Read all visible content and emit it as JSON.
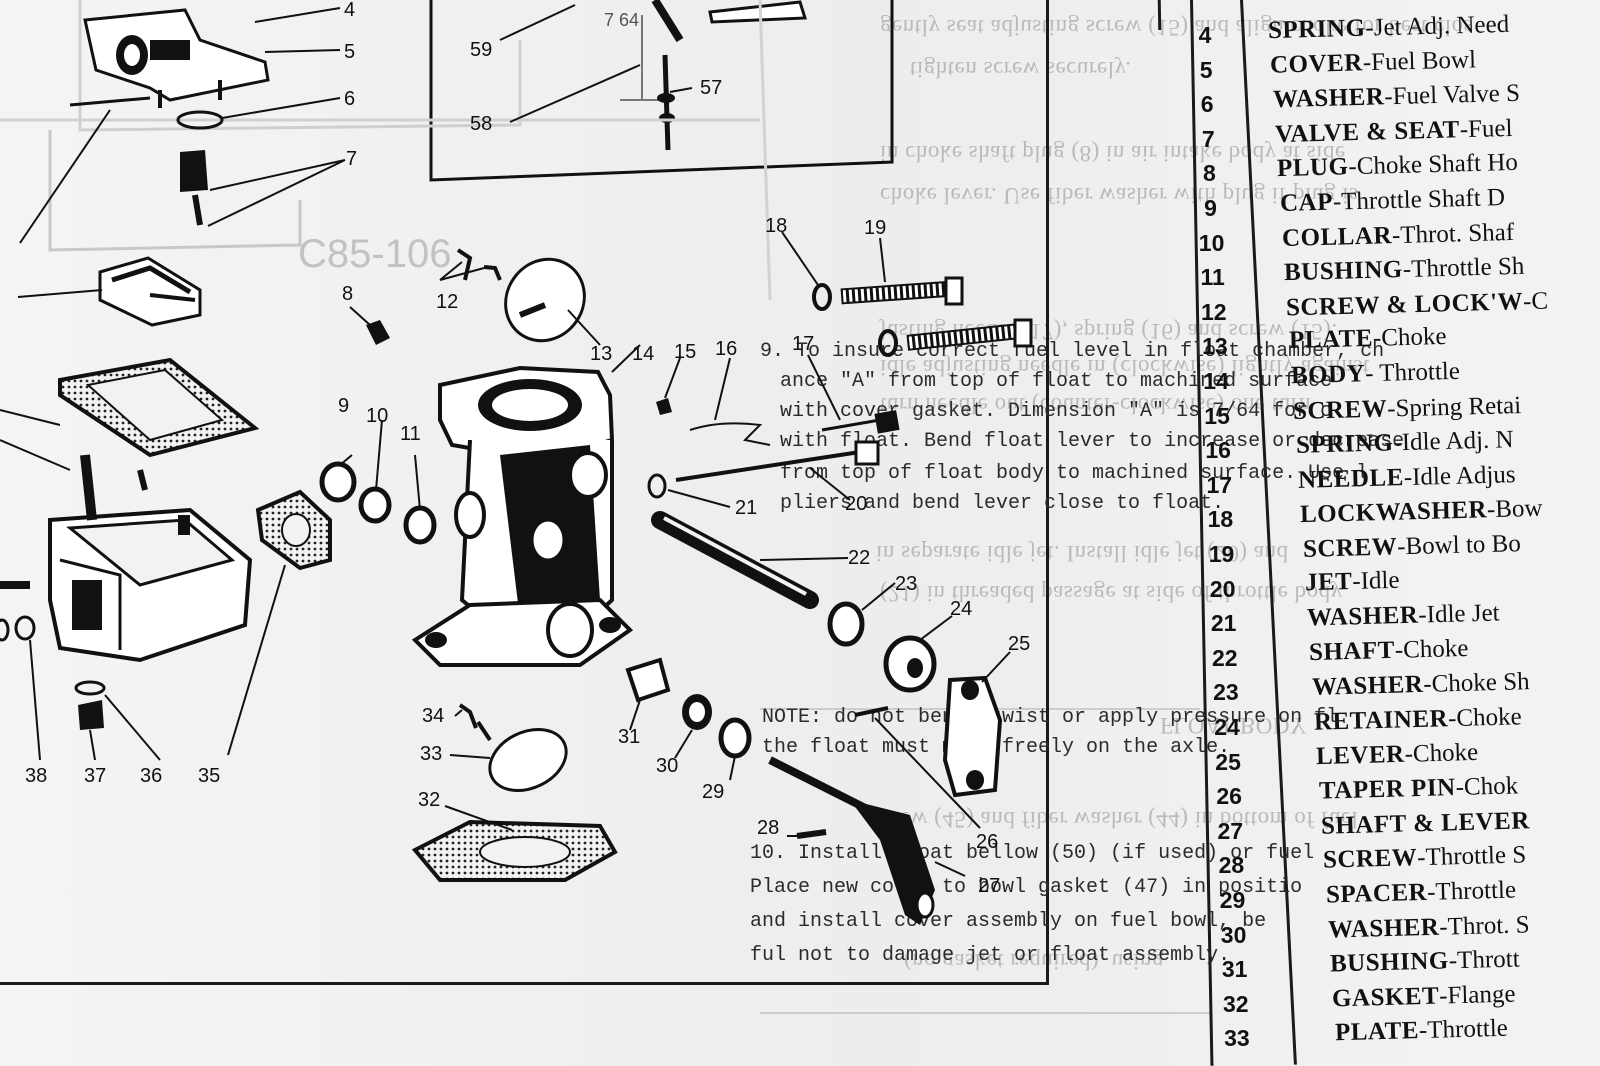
{
  "diagram": {
    "stamp": "C85-106",
    "dimension_fragment": "7\n64",
    "callouts": [
      "4",
      "5",
      "6",
      "7",
      "8",
      "9",
      "10",
      "11",
      "12",
      "13",
      "14",
      "15",
      "16",
      "17",
      "18",
      "19",
      "20",
      "21",
      "22",
      "23",
      "24",
      "25",
      "26",
      "27",
      "28",
      "29",
      "30",
      "31",
      "32",
      "33",
      "34",
      "35",
      "36",
      "37",
      "38",
      "57",
      "58",
      "59"
    ]
  },
  "instructions": {
    "line1": "9. To insure correct fuel level in float chamber, ch",
    "line2": "ance \"A\" from top of float to machined surface",
    "line3": "with cover gasket. Dimension \"A\" is 7/64 for c",
    "line4": "with float. Bend float lever to increase or decrease",
    "line5": "from top of float body to machined surface. Use l",
    "line6": "pliers and bend lever close to float.",
    "note1": "NOTE: do not bend, twist or apply pressure on fl",
    "note2": "the float must move freely on the axle.",
    "step10a": "10. Install float bellow (50) (if used) or fuel",
    "step10b": "Place new cover to bowl gasket (47) in positio",
    "step10c": "and install cover assembly on fuel bowl, be",
    "step10d": "ful not to damage jet or float assembly."
  },
  "ghost_text": [
    "gently seat adjusting screw (15) and align choke for best clos",
    "tighten screw securely.",
    "in choke shaft plug (8) in air intake body at side",
    "choke lever. Use fiber washer with plug if plug is",
    "justing needle (17), spring (16) and screw (15).",
    "idle adjusting needle in (clockwise) lightly against",
    "turn needle out (counter-clockwise) one turn",
    "in separate idle jet. Install idle jet (20) and",
    "(21) in threaded passage at side of throttle body.",
    "FLOAT BODY",
    "new (45) and fiber washer (44) in bottom of fuel",
    "(no gasket required), using"
  ],
  "parts_list": [
    {
      "no": "4",
      "name": "SPRING",
      "desc": "-Jet Adj. Need"
    },
    {
      "no": "5",
      "name": "COVER",
      "desc": "-Fuel Bowl"
    },
    {
      "no": "6",
      "name": "WASHER",
      "desc": "-Fuel Valve S"
    },
    {
      "no": "7",
      "name": "VALVE & SEAT",
      "desc": "-Fuel"
    },
    {
      "no": "8",
      "name": "PLUG",
      "desc": "-Choke Shaft Ho"
    },
    {
      "no": "9",
      "name": "CAP",
      "desc": "-Throttle Shaft D"
    },
    {
      "no": "10",
      "name": "COLLAR",
      "desc": "-Throt. Shaf"
    },
    {
      "no": "11",
      "name": "BUSHING",
      "desc": "-Throttle Sh"
    },
    {
      "no": "12",
      "name": "SCREW & LOCK'W",
      "desc": "-C"
    },
    {
      "no": "13",
      "name": "PLATE",
      "desc": "-Choke"
    },
    {
      "no": "14",
      "name": "BODY",
      "desc": "- Throttle"
    },
    {
      "no": "15",
      "name": "SCREW",
      "desc": "-Spring Retai"
    },
    {
      "no": "16",
      "name": "SPRING",
      "desc": "-Idle Adj. N"
    },
    {
      "no": "17",
      "name": "NEEDLE",
      "desc": "-Idle Adjus"
    },
    {
      "no": "18",
      "name": "LOCKWASHER",
      "desc": "-Bow"
    },
    {
      "no": "19",
      "name": "SCREW",
      "desc": "-Bowl to Bo"
    },
    {
      "no": "20",
      "name": "JET",
      "desc": "-Idle"
    },
    {
      "no": "21",
      "name": "WASHER",
      "desc": "-Idle Jet"
    },
    {
      "no": "22",
      "name": "SHAFT",
      "desc": "-Choke"
    },
    {
      "no": "23",
      "name": "WASHER",
      "desc": "-Choke Sh"
    },
    {
      "no": "24",
      "name": "RETAINER",
      "desc": "-Choke"
    },
    {
      "no": "25",
      "name": "LEVER",
      "desc": "-Choke"
    },
    {
      "no": "26",
      "name": "TAPER PIN",
      "desc": "-Chok"
    },
    {
      "no": "27",
      "name": "SHAFT & LEVER",
      "desc": ""
    },
    {
      "no": "28",
      "name": "SCREW",
      "desc": "-Throttle S"
    },
    {
      "no": "29",
      "name": "SPACER",
      "desc": "-Throttle"
    },
    {
      "no": "30",
      "name": "WASHER",
      "desc": "-Throt. S"
    },
    {
      "no": "31",
      "name": "BUSHING",
      "desc": "-Thrott"
    },
    {
      "no": "32",
      "name": "GASKET",
      "desc": "-Flange"
    },
    {
      "no": "33",
      "name": "PLATE",
      "desc": "-Throttle"
    }
  ],
  "colors": {
    "ink": "#111111",
    "paper": "#f2f2f0",
    "ghost": "#b9b9b9"
  }
}
